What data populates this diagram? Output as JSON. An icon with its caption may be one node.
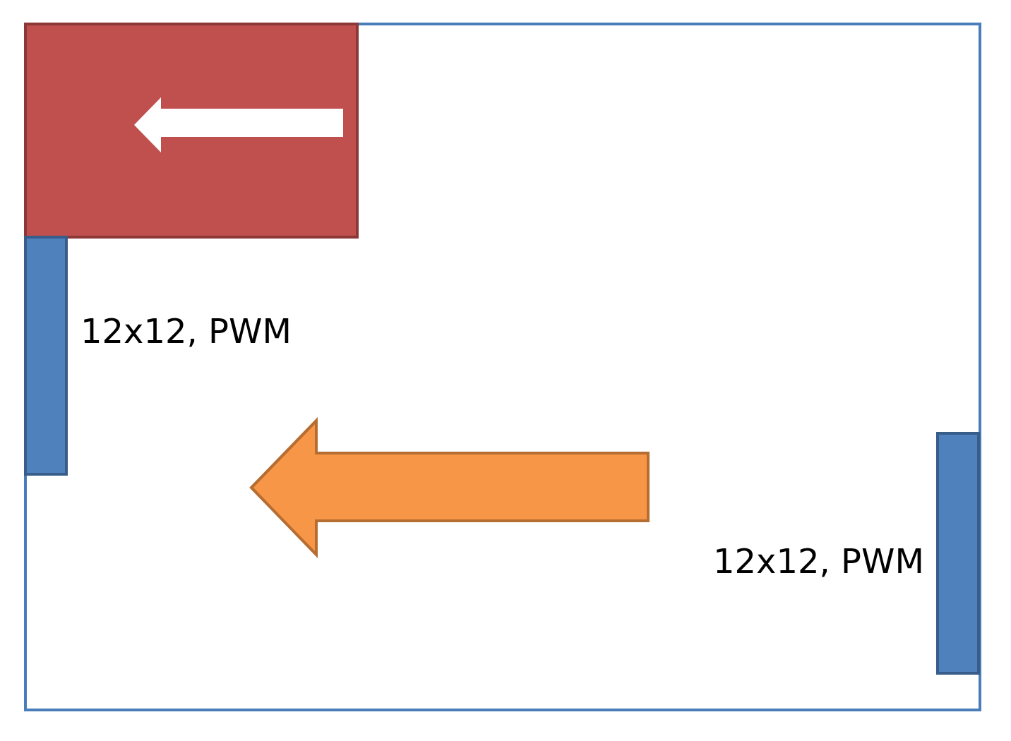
{
  "diagram": {
    "nodes": [
      {
        "text": [],
        "shape": "box"
      },
      {
        "text": [],
        "shape": "box",
        "in": 0
      },
      {
        "text": [],
        "shape": "bar",
        "in": 0,
        "beside": [
          "12x12, PWM"
        ]
      },
      {
        "text": [],
        "shape": "bar",
        "in": 0,
        "beside": [
          "12x12, PWM"
        ]
      }
    ]
  }
}
